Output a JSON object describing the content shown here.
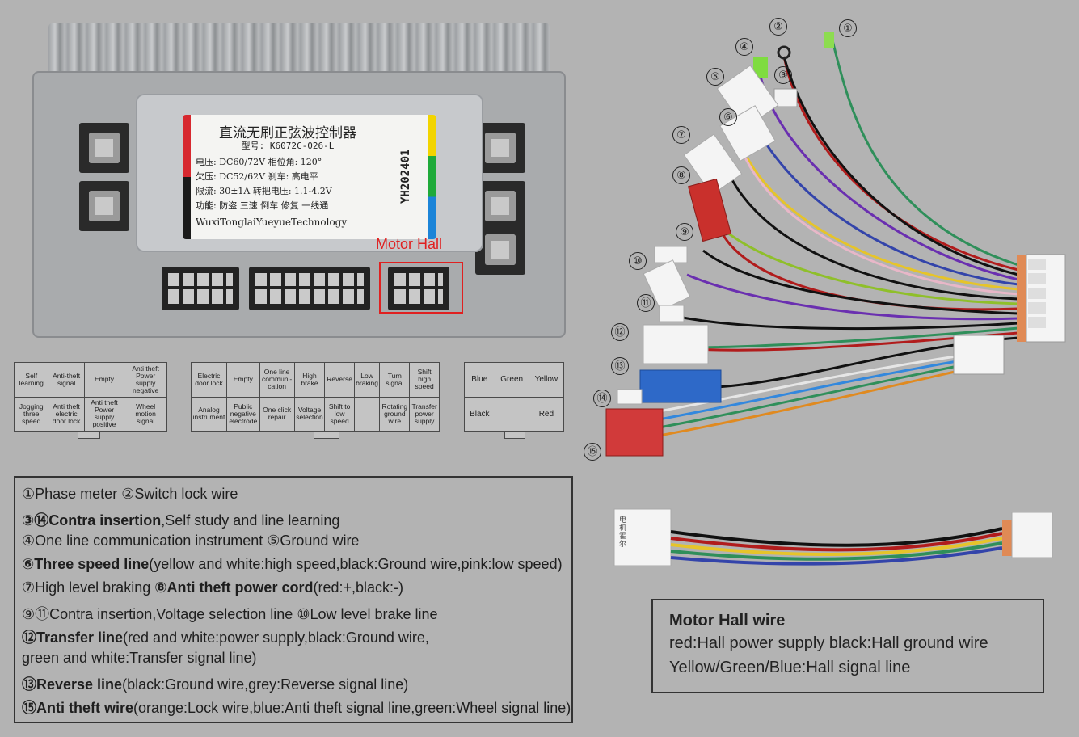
{
  "controller": {
    "label_title": "直流无刷正弦波控制器",
    "label_model": "型号: K6072C-026-L",
    "label_lines": [
      "电压: DC60/72V    相位角: 120°",
      "欠压: DC52/62V    刹车: 高电平",
      "限流: 30±1A       转把电压: 1.1-4.2V",
      "功能: 防盗  三速  倒车  修复  一线通"
    ],
    "label_manufacturer": "WuxiTonglaiYueyueTechnology",
    "label_code": "YH202401",
    "hall_callout": "Motor Hall",
    "colors": {
      "callout": "#e02020"
    }
  },
  "pin_table_1": {
    "top": [
      "Self learning",
      "Anti-theft signal",
      "Empty",
      "Anti theft Power supply negative"
    ],
    "bottom": [
      "Jogging three speed",
      "Anti theft electric door lock",
      "Anti theft Power supply positive",
      "Wheel motion signal"
    ]
  },
  "pin_table_2": {
    "top": [
      "Electric door lock",
      "Empty",
      "One line communi-cation",
      "High brake",
      "Reverse",
      "Low braking",
      "Turn signal",
      "Shift high speed"
    ],
    "bottom": [
      "Analog instrument",
      "Public negative electrode",
      "One click repair",
      "Voltage selection",
      "Shift to low speed",
      "",
      "Rotating ground wire",
      "Transfer power supply"
    ]
  },
  "pin_table_3": {
    "top": [
      "Blue",
      "Green",
      "Yellow"
    ],
    "bottom": [
      "Black",
      "",
      "Red"
    ]
  },
  "harness_numbers": [
    "①",
    "②",
    "③",
    "④",
    "⑤",
    "⑥",
    "⑦",
    "⑧",
    "⑨",
    "⑩",
    "⑪",
    "⑫",
    "⑬",
    "⑭",
    "⑮"
  ],
  "hall_connector_text": "电机霍尔",
  "legend": [
    {
      "parts": [
        {
          "t": "①Phase meter     ②Switch lock wire",
          "b": false
        }
      ]
    },
    {
      "parts": [
        {
          "t": "③⑭Contra insertion",
          "b": true
        },
        {
          "t": ",Self study and line learning",
          "b": false
        }
      ]
    },
    {
      "parts": [
        {
          "t": "④One line communication instrument       ⑤Ground wire",
          "b": false
        }
      ]
    },
    {
      "parts": [
        {
          "t": "⑥Three speed line",
          "b": true
        },
        {
          "t": "(yellow and white:high speed,black:Ground wire,pink:low speed)",
          "b": false
        }
      ]
    },
    {
      "parts": [
        {
          "t": "⑦High level braking     ",
          "b": false
        },
        {
          "t": "⑧Anti theft power cord",
          "b": true
        },
        {
          "t": "(red:+,black:-)",
          "b": false
        }
      ]
    },
    {
      "parts": [
        {
          "t": "⑨⑪Contra insertion,Voltage selection line      ⑩Low level brake line",
          "b": false
        }
      ]
    },
    {
      "parts": [
        {
          "t": "⑫Transfer line",
          "b": true
        },
        {
          "t": "(red and white:power supply,black:Ground wire,",
          "b": false
        }
      ]
    },
    {
      "parts": [
        {
          "t": "    green and white:Transfer signal line)",
          "b": false
        }
      ]
    },
    {
      "parts": [
        {
          "t": "⑬Reverse line",
          "b": true
        },
        {
          "t": "(black:Ground wire,grey:Reverse signal line)",
          "b": false
        }
      ]
    },
    {
      "parts": [
        {
          "t": "⑮Anti theft wire",
          "b": true
        },
        {
          "t": "(orange:Lock wire,blue:Anti theft signal line,green:Wheel signal line)",
          "b": false
        }
      ]
    }
  ],
  "hall_wire": {
    "title": "Motor Hall wire",
    "line1": "red:Hall power supply      black:Hall ground wire",
    "line2": "Yellow/Green/Blue:Hall signal line"
  }
}
